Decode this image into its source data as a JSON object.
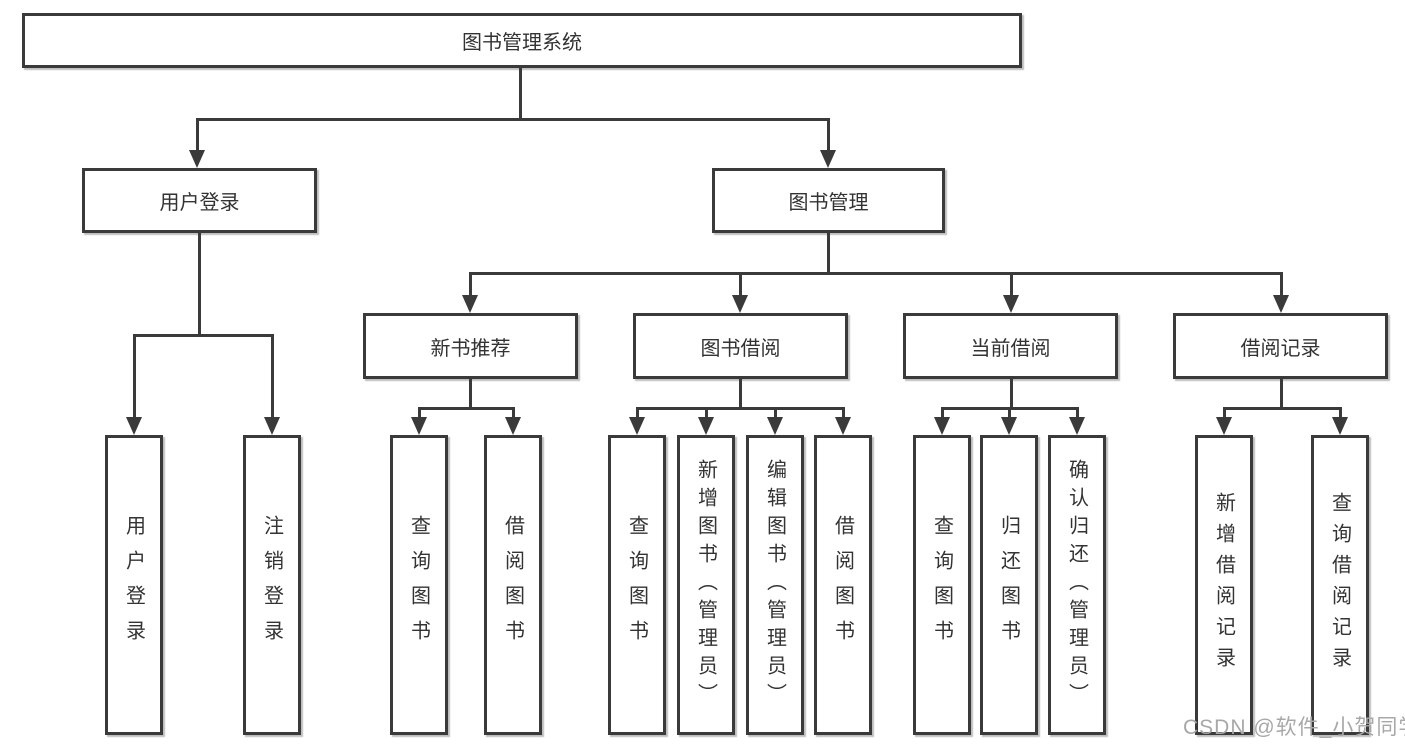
{
  "colors": {
    "line": "#3a3a3a",
    "text": "#333333",
    "bg": "#ffffff",
    "watermark": "#a8a8a8"
  },
  "watermark": "CSDN @软件_小贺同学",
  "root": {
    "label": "图书管理系统"
  },
  "branches": [
    {
      "label": "用户登录",
      "children": [
        {
          "label": "用户登录"
        },
        {
          "label": "注销登录"
        }
      ]
    },
    {
      "label": "图书管理",
      "children": [
        {
          "label": "新书推荐",
          "children": [
            {
              "label": "查询图书"
            },
            {
              "label": "借阅图书"
            }
          ]
        },
        {
          "label": "图书借阅",
          "children": [
            {
              "label": "查询图书"
            },
            {
              "label": "新增图书（管理员）"
            },
            {
              "label": "编辑图书（管理员）"
            },
            {
              "label": "借阅图书"
            }
          ]
        },
        {
          "label": "当前借阅",
          "children": [
            {
              "label": "查询图书"
            },
            {
              "label": "归还图书"
            },
            {
              "label": "确认归还（管理员）"
            }
          ]
        },
        {
          "label": "借阅记录",
          "children": [
            {
              "label": "新增借阅记录"
            },
            {
              "label": "查询借阅记录"
            }
          ]
        }
      ]
    }
  ]
}
